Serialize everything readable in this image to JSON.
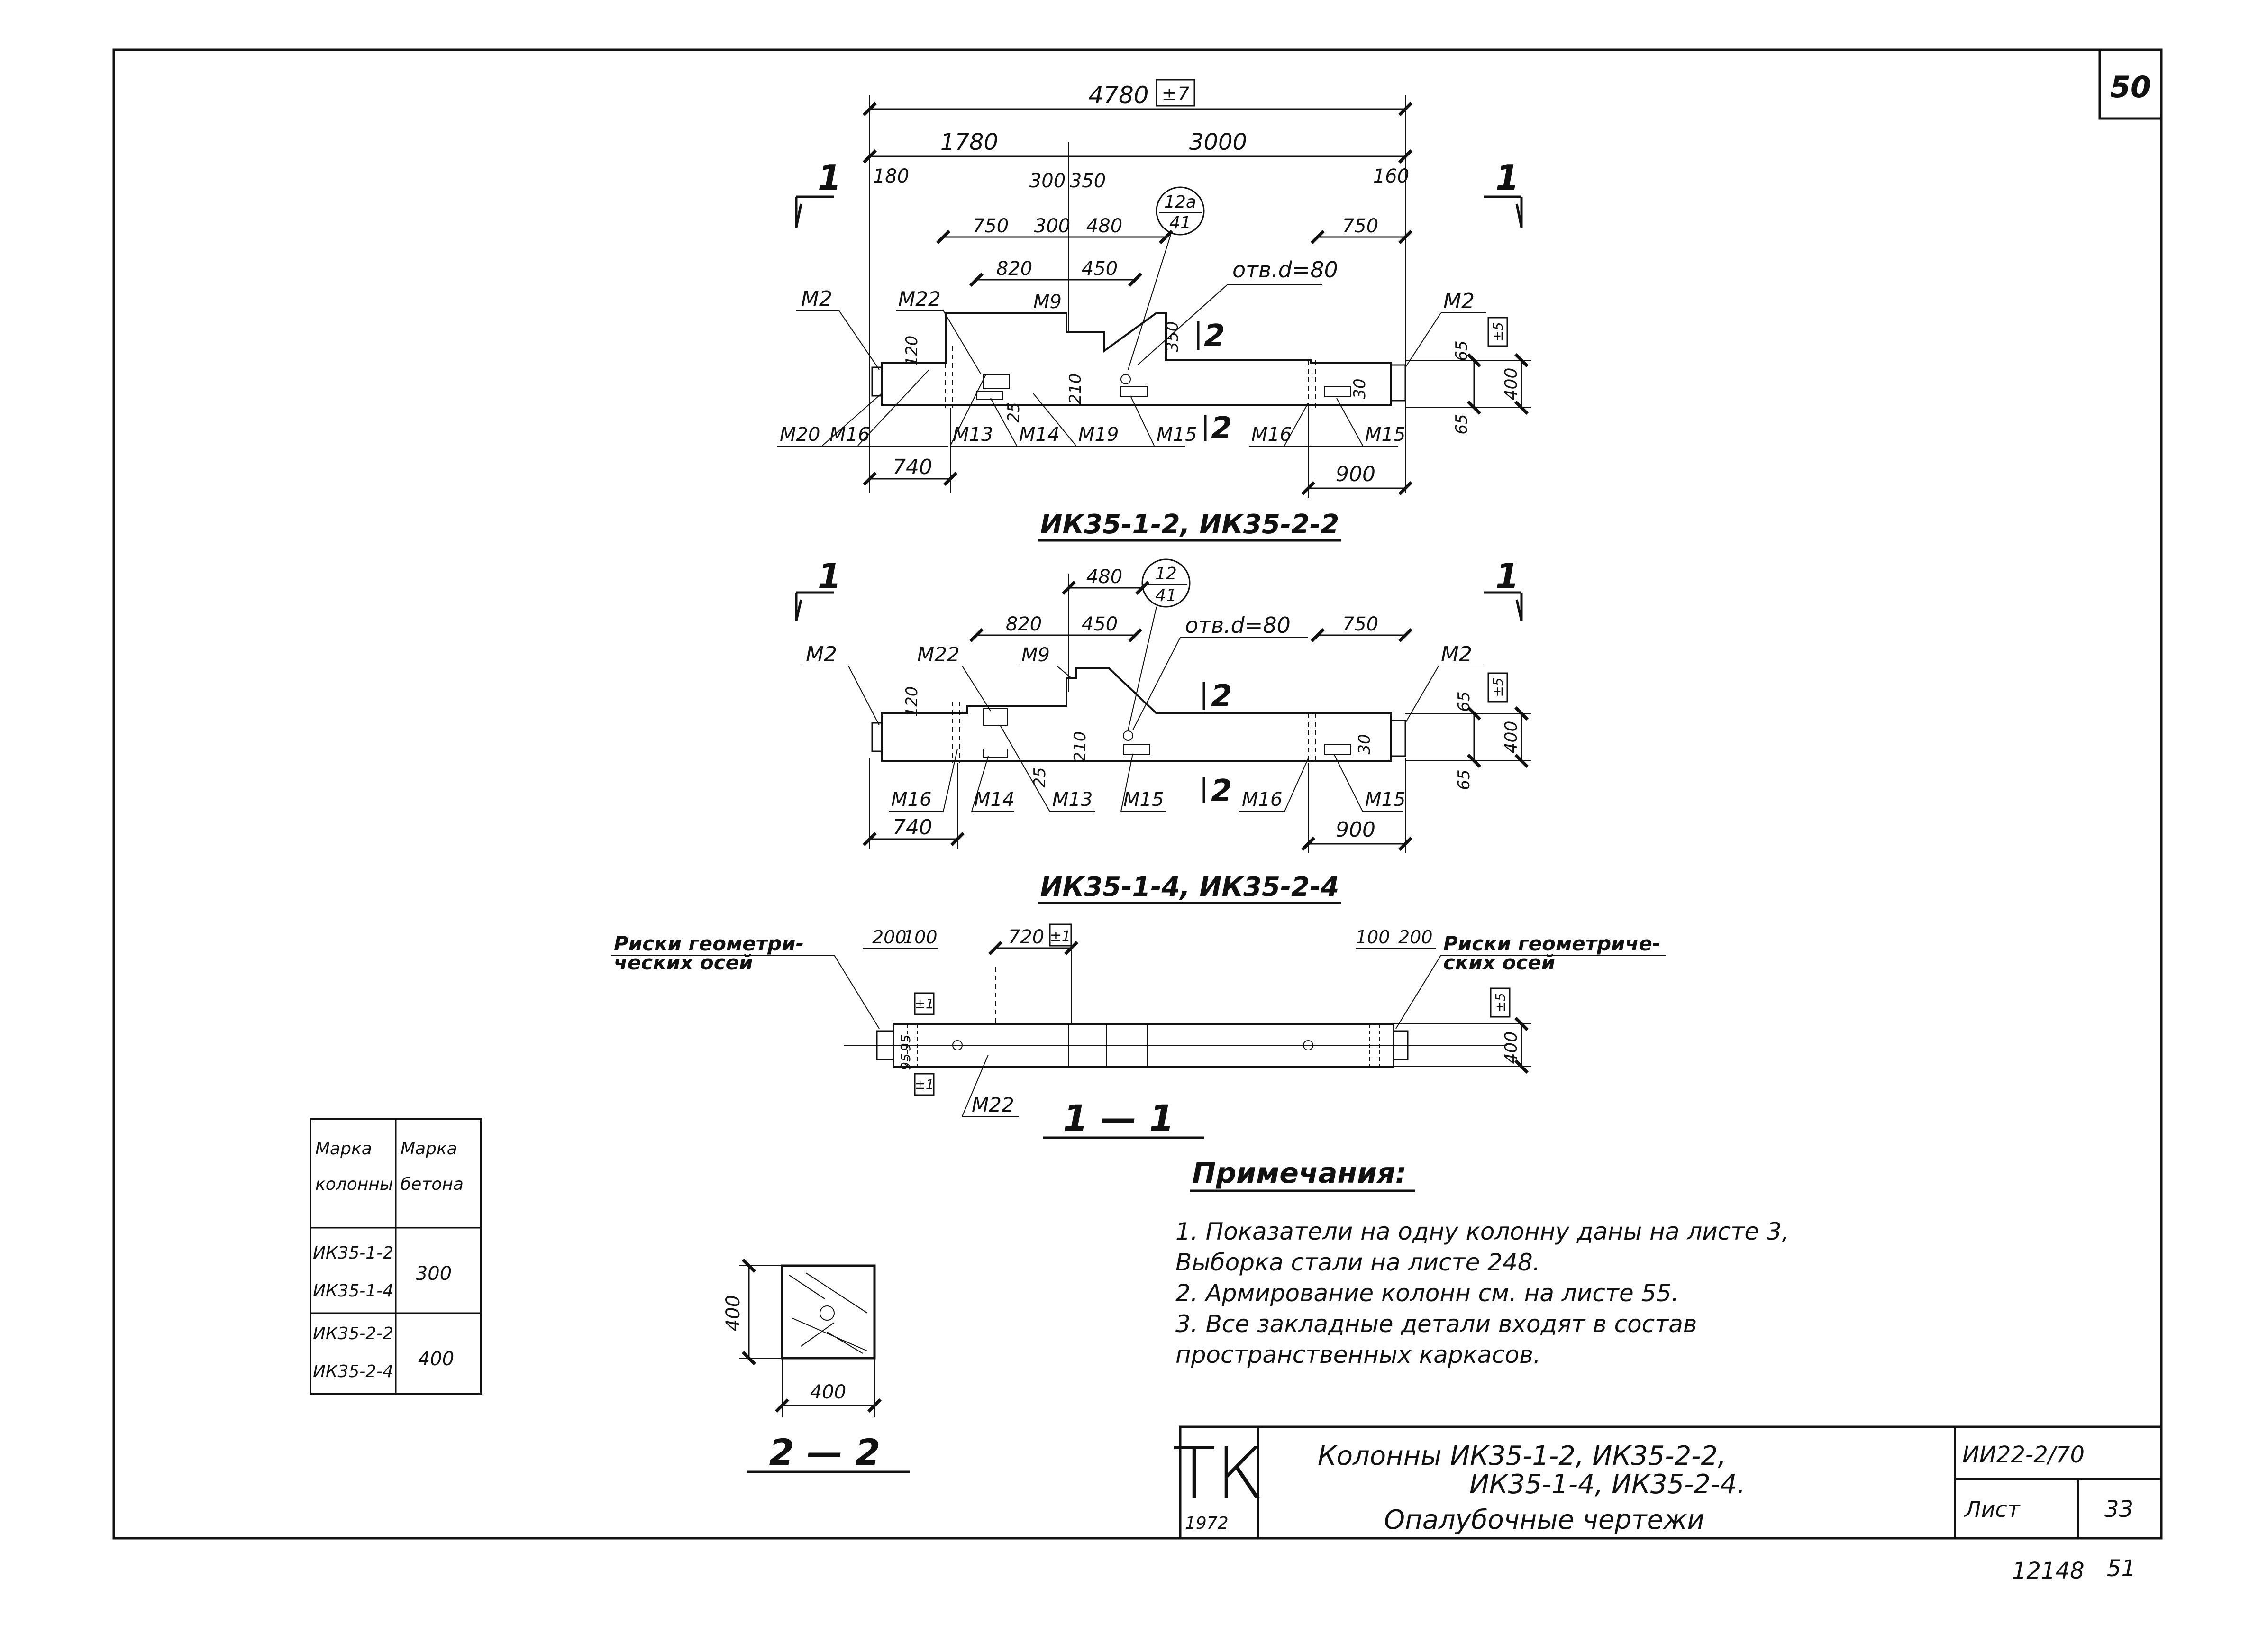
{
  "sheet": {
    "page_number": "50",
    "bottom_mark_left": "12148",
    "bottom_mark_right": "51"
  },
  "views": {
    "elevation_a": {
      "title": "ИК35-1-2, ИК35-2-2",
      "section_mark": "1",
      "dims": {
        "overall": "4780",
        "overall_tol": "±7",
        "d1780": "1780",
        "d3000": "3000",
        "d180": "180",
        "d160": "160",
        "d300a": "300",
        "d350": "350",
        "d750a": "750",
        "d300b": "300",
        "d480": "480",
        "d820": "820",
        "d450": "450",
        "d750b": "750",
        "d740": "740",
        "d900": "900",
        "h120": "120",
        "h210": "210",
        "h350": "350",
        "h25": "25",
        "h30": "30",
        "h65a": "65",
        "h65b": "65",
        "h400": "400",
        "tol5": "±5"
      },
      "callout": {
        "top": "12a",
        "bottom": "41"
      },
      "hole": "отв.d=80",
      "section2": "2",
      "labels": [
        "M2",
        "M22",
        "M9",
        "M2",
        "M20",
        "M16",
        "M13",
        "M14",
        "M19",
        "M15",
        "M16",
        "M15"
      ]
    },
    "elevation_b": {
      "title": "ИК35-1-4, ИК35-2-4",
      "section_mark": "1",
      "dims": {
        "d480": "480",
        "d820": "820",
        "d450": "450",
        "d750": "750",
        "d740": "740",
        "d900": "900",
        "h120": "120",
        "h210": "210",
        "h25": "25",
        "h30": "30",
        "h65a": "65",
        "h65b": "65",
        "h400": "400",
        "tol5": "±5"
      },
      "callout": {
        "top": "12",
        "bottom": "41"
      },
      "hole": "отв.d=80",
      "section2": "2",
      "labels": [
        "M2",
        "M22",
        "M9",
        "M2",
        "M16",
        "M14",
        "M13",
        "M15",
        "M16",
        "M15"
      ]
    },
    "section_1_1": {
      "title": "1 — 1",
      "left_note_1": "Риски геометри-",
      "left_note_2": "ческих осей",
      "right_note_1": "Риски геометриче-",
      "right_note_2": "ских осей",
      "dims": {
        "d200a": "200",
        "d100a": "100",
        "d720": "720",
        "tol1": "±1",
        "d100b": "100",
        "d200b": "200",
        "h95a": "95",
        "h95b": "95",
        "h400": "400",
        "tol5": "±5"
      },
      "label": "M22"
    },
    "section_2_2": {
      "title": "2 — 2",
      "width": "400",
      "height": "400"
    }
  },
  "concrete_table": {
    "headers": [
      [
        "Марка",
        "колонны"
      ],
      [
        "Марка",
        "бетона"
      ]
    ],
    "rows": [
      {
        "cols": [
          "ИК35-1-2",
          "ИК35-1-4"
        ],
        "grade": "300"
      },
      {
        "cols": [
          "ИК35-2-2",
          "ИК35-2-4"
        ],
        "grade": "400"
      }
    ]
  },
  "notes": {
    "heading": "Примечания:",
    "lines": [
      "1. Показатели на одну колонну даны на листе 3,",
      "Выборка стали на листе 248.",
      "2. Армирование колонн см. на листе 55.",
      "3. Все закладные детали входят в состав",
      "пространственных каркасов."
    ]
  },
  "title_block": {
    "logo": "ТК",
    "year": "1972",
    "title_line1": "Колонны ИК35-1-2, ИК35-2-2,",
    "title_line2": "ИК35-1-4, ИК35-2-4.",
    "title_line3": "Опалубочные чертежи",
    "code": "ИИ22-2/70",
    "sheet_label": "Лист",
    "sheet_no": "33"
  }
}
